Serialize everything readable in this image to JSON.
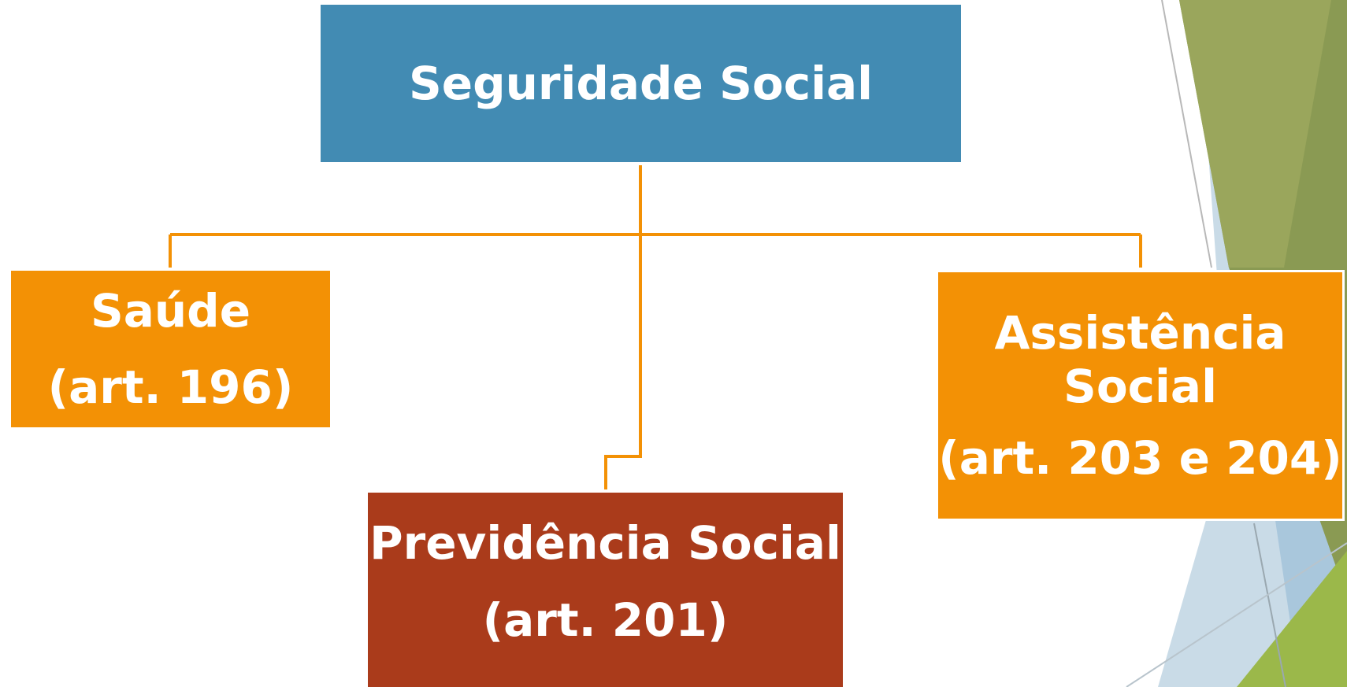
{
  "colors": {
    "root_box": "#428bb3",
    "branch_box": "#f39105",
    "previdencia_box": "#aa3b1b",
    "connector": "#f39105",
    "text": "#ffffff",
    "deco_green_dark": "#8a9a53",
    "deco_green_light": "#9bb84a",
    "deco_blue_light": "#c9dbe7",
    "deco_blue_mid": "#a9c7dc"
  },
  "diagram": {
    "root": {
      "label": "Seguridade Social"
    },
    "saude": {
      "label": "Saúde",
      "article": "(art. 196)"
    },
    "assistencia": {
      "label_line1": "Assistência",
      "label_line2": "Social",
      "article": "(art. 203 e 204)"
    },
    "previdencia": {
      "label": "Previdência Social",
      "article": "(art. 201)"
    }
  }
}
